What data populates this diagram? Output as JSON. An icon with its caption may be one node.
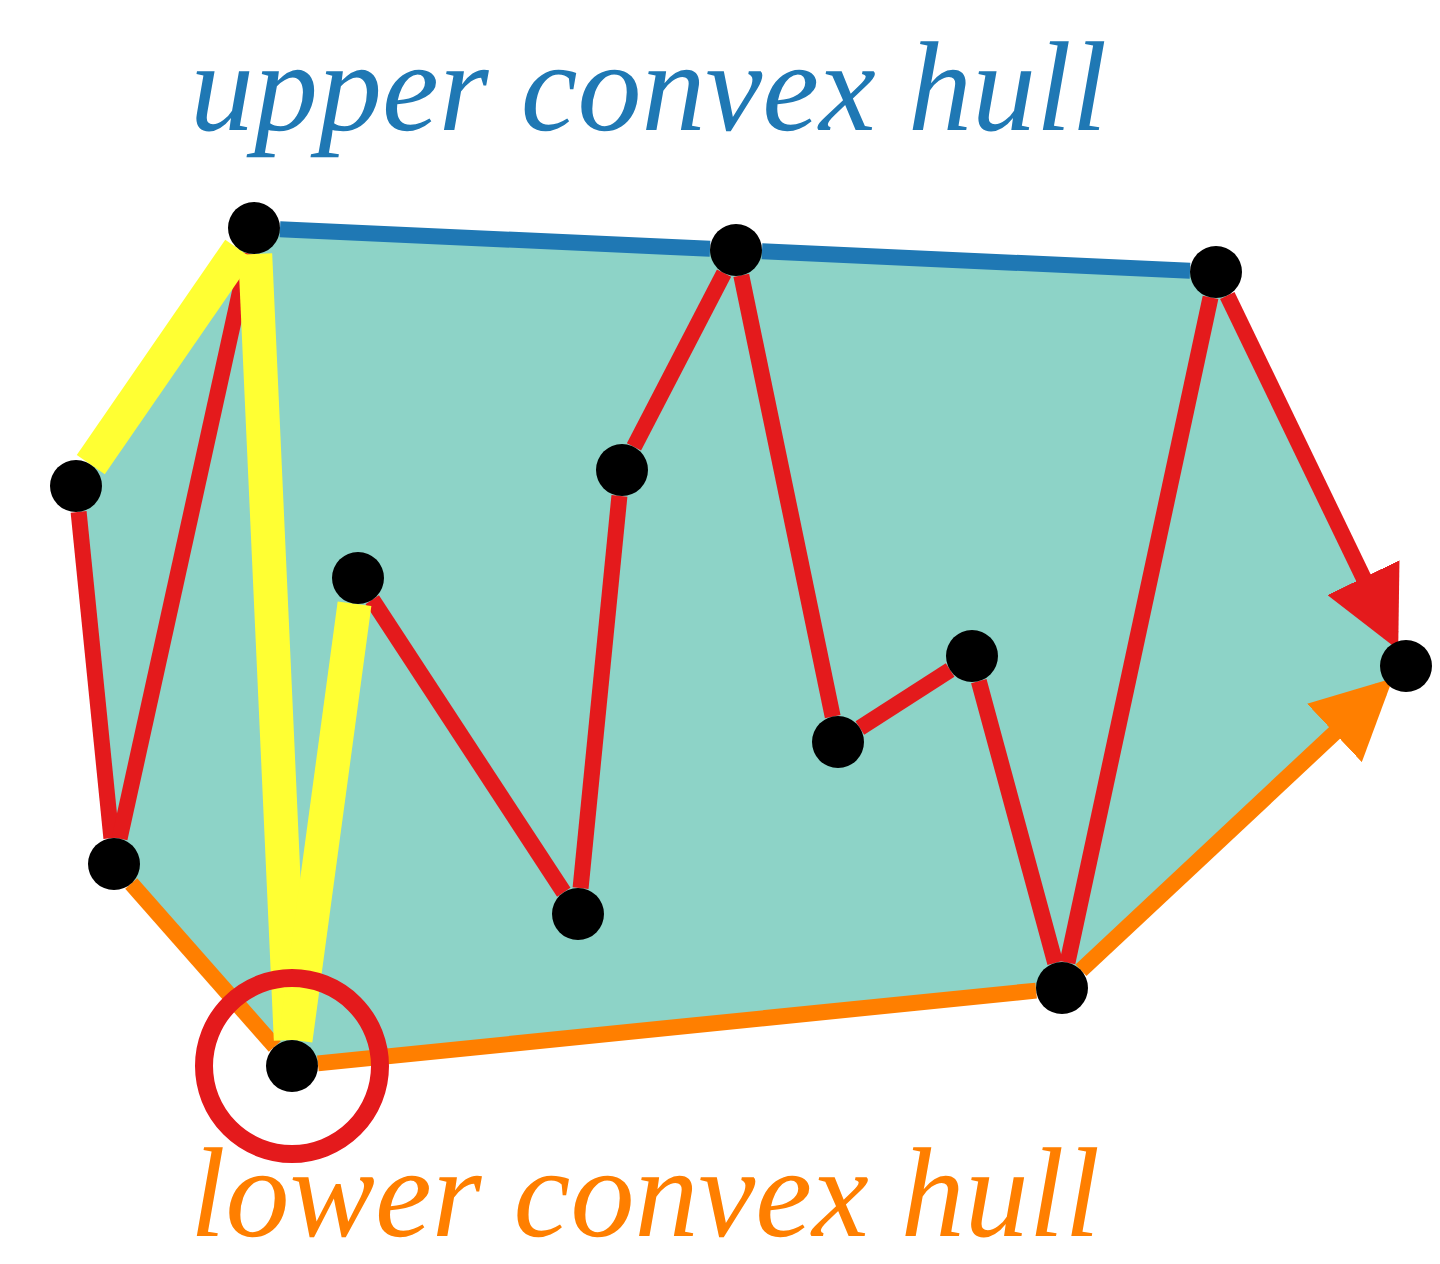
{
  "diagram": {
    "nodes": [
      {
        "text": [],
        "shape": "circle"
      },
      {
        "text": [],
        "shape": "circle"
      },
      {
        "text": [],
        "shape": "circle"
      },
      {
        "text": [],
        "shape": "circle"
      },
      {
        "text": [],
        "shape": "circle"
      },
      {
        "text": [],
        "shape": "circle"
      },
      {
        "text": [],
        "shape": "circle"
      },
      {
        "text": [],
        "shape": "circle"
      },
      {
        "text": [],
        "shape": "circle"
      },
      {
        "text": [],
        "shape": "circle"
      },
      {
        "text": [],
        "shape": "circle"
      },
      {
        "text": [],
        "shape": "circle"
      },
      {
        "text": [],
        "shape": "circle"
      }
    ],
    "edges": [
      {
        "from": 0,
        "to": 1,
        "arrow": "none"
      },
      {
        "from": 1,
        "to": 2,
        "arrow": "none"
      },
      {
        "from": 4,
        "to": 5,
        "arrow": "none"
      },
      {
        "from": 5,
        "to": 6,
        "arrow": "none"
      },
      {
        "from": 6,
        "to": 7,
        "arrow": "none"
      },
      {
        "from": 7,
        "to": 8,
        "arrow": "none"
      },
      {
        "from": 8,
        "to": 9,
        "arrow": "none"
      },
      {
        "from": 9,
        "to": 10,
        "arrow": "none"
      },
      {
        "from": 10,
        "to": 11,
        "arrow": "none"
      },
      {
        "from": 11,
        "to": 12,
        "arrow": "to"
      },
      {
        "from": 2,
        "to": 7,
        "arrow": "none",
        "color": "#1f78b4"
      },
      {
        "from": 7,
        "to": 11,
        "arrow": "none",
        "color": "#1f78b4"
      },
      {
        "from": 1,
        "to": 3,
        "arrow": "none",
        "color": "#ff7f00"
      },
      {
        "from": 3,
        "to": 10,
        "arrow": "none",
        "color": "#ff7f00"
      },
      {
        "from": 10,
        "to": 12,
        "arrow": "to",
        "color": "#ff7f00"
      },
      {
        "from": 0,
        "to": 2,
        "arrow": "none",
        "style": "thick",
        "color": "#ffff33"
      },
      {
        "from": 2,
        "to": 3,
        "arrow": "none",
        "style": "thick",
        "color": "#ffff33"
      },
      {
        "from": 3,
        "to": 4,
        "arrow": "none",
        "style": "thick",
        "color": "#ffff33"
      }
    ],
    "labels": [
      "upper convex hull",
      "lower convex hull"
    ]
  }
}
